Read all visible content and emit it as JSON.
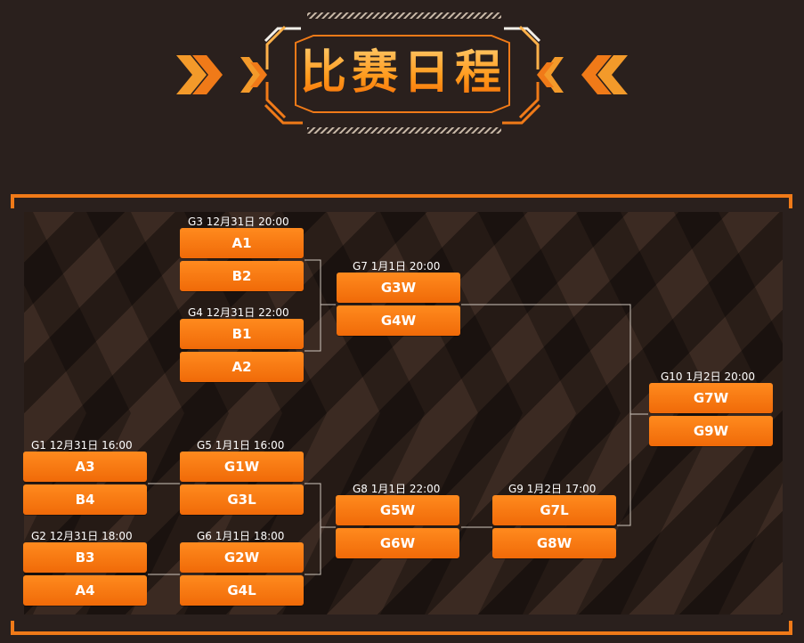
{
  "title": "比赛日程",
  "colors": {
    "accent": "#f5781a",
    "background": "#2a201d"
  },
  "matches": [
    {
      "id": "g3",
      "label": "G3  12月31日 20:00",
      "teams": [
        "A1",
        "B2"
      ]
    },
    {
      "id": "g4",
      "label": "G4  12月31日 22:00",
      "teams": [
        "B1",
        "A2"
      ]
    },
    {
      "id": "g7",
      "label": "G7  1月1日 20:00",
      "teams": [
        "G3W",
        "G4W"
      ]
    },
    {
      "id": "g10",
      "label": "G10  1月2日 20:00",
      "teams": [
        "G7W",
        "G9W"
      ]
    },
    {
      "id": "g1",
      "label": "G1  12月31日 16:00",
      "teams": [
        "A3",
        "B4"
      ]
    },
    {
      "id": "g5",
      "label": "G5  1月1日 16:00",
      "teams": [
        "G1W",
        "G3L"
      ]
    },
    {
      "id": "g8",
      "label": "G8  1月1日 22:00",
      "teams": [
        "G5W",
        "G6W"
      ]
    },
    {
      "id": "g9",
      "label": "G9  1月2日 17:00",
      "teams": [
        "G7L",
        "G8W"
      ]
    },
    {
      "id": "g2",
      "label": "G2  12月31日 18:00",
      "teams": [
        "B3",
        "A4"
      ]
    },
    {
      "id": "g6",
      "label": "G6  1月1日 18:00",
      "teams": [
        "G2W",
        "G4L"
      ]
    }
  ]
}
